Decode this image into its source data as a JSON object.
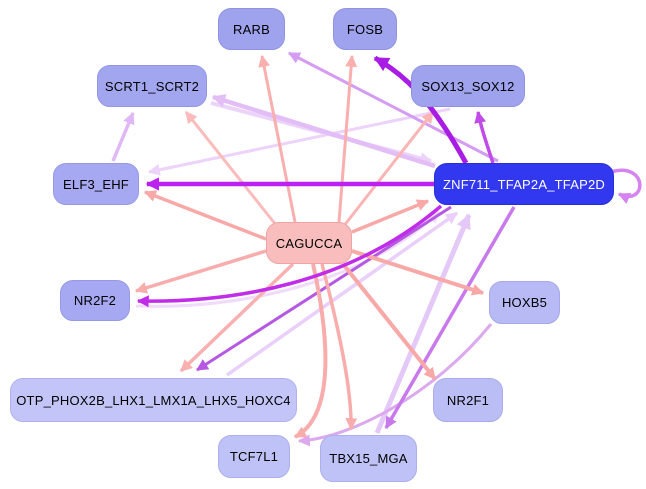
{
  "diagram": {
    "type": "gene-regulatory-network-graph",
    "background_color": "#FFFFFF",
    "center_node": "CAGUCCA",
    "nodes": [
      {
        "label": "RARB",
        "fill": "#9FA3EE",
        "border": "#8F93E2",
        "text_color": "#000000"
      },
      {
        "label": "FOSB",
        "fill": "#9FA3EE",
        "border": "#8F93E2",
        "text_color": "#000000"
      },
      {
        "label": "SCRT1_SCRT2",
        "fill": "#A2A6EF",
        "border": "#9296E4",
        "text_color": "#000000"
      },
      {
        "label": "SOX13_SOX12",
        "fill": "#9FA3EE",
        "border": "#8F93E2",
        "text_color": "#000000"
      },
      {
        "label": "ELF3_EHF",
        "fill": "#A6A9F1",
        "border": "#9699E5",
        "text_color": "#000000"
      },
      {
        "label": "ZNF711_TFAP2A_TFAP2D",
        "fill": "#3138EF",
        "border": "#2A30D8",
        "text_color": "#FFFFFF"
      },
      {
        "label": "CAGUCCA",
        "fill": "#FABDBD",
        "border": "#EFA3A3",
        "text_color": "#000000"
      },
      {
        "label": "NR2F2",
        "fill": "#A6A9F1",
        "border": "#9699E5",
        "text_color": "#000000"
      },
      {
        "label": "HOXB5",
        "fill": "#B7BAF4",
        "border": "#A5A8EA",
        "text_color": "#000000"
      },
      {
        "label": "OTP_PHOX2B_LHX1_LMX1A_LHX5_HOXC4",
        "fill": "#C3C5F8",
        "border": "#B0B2EE",
        "text_color": "#000000"
      },
      {
        "label": "NR2F1",
        "fill": "#BBBEF5",
        "border": "#A9ACEC",
        "text_color": "#000000"
      },
      {
        "label": "TCF7L1",
        "fill": "#BFC2F6",
        "border": "#ACAFEC",
        "text_color": "#000000"
      },
      {
        "label": "TBX15_MGA",
        "fill": "#BFC2F6",
        "border": "#ACAFEC",
        "text_color": "#000000"
      }
    ],
    "edges": [
      {
        "source": "SOX13_SOX12",
        "target": "ELF3_EHF",
        "color": "#EDD2FA",
        "width": 3
      },
      {
        "source": "NR2F2",
        "target": "ZNF711_TFAP2A_TFAP2D",
        "color": "#F0DBFC",
        "width": 3
      },
      {
        "source": "OTP_PHOX2B_LHX1_LMX1A_LHX5_HOXC4",
        "target": "ZNF711_TFAP2A_TFAP2D",
        "color": "#E9CFF9",
        "width": 3.5
      },
      {
        "source": "SCRT1_SCRT2",
        "target": "ZNF711_TFAP2A_TFAP2D",
        "color": "#EBD3FA",
        "width": 4
      },
      {
        "source": "ELF3_EHF",
        "target": "SCRT1_SCRT2",
        "color": "#E0B8F5",
        "width": 3.5
      },
      {
        "source": "ZNF711_TFAP2A_TFAP2D",
        "target": "SCRT1_SCRT2",
        "color": "#E2BDF6",
        "width": 4.5
      },
      {
        "source": "TBX15_MGA",
        "target": "ZNF711_TFAP2A_TFAP2D",
        "color": "#E4C9F8",
        "width": 5
      },
      {
        "source": "HOXB5",
        "target": "TCF7L1",
        "color": "#DCA9EE",
        "width": 3
      },
      {
        "source": "ZNF711_TFAP2A_TFAP2D",
        "target": "RARB",
        "color": "#D49CF2",
        "width": 3
      },
      {
        "source": "ZNF711_TFAP2A_TFAP2D",
        "target": "ZNF711_TFAP2A_TFAP2D",
        "color": "#D583F0",
        "width": 3.5
      },
      {
        "source": "ZNF711_TFAP2A_TFAP2D",
        "target": "SOX13_SOX12",
        "color": "#C14BE8",
        "width": 3.5
      },
      {
        "source": "ZNF711_TFAP2A_TFAP2D",
        "target": "TBX15_MGA",
        "color": "#C87AEC",
        "width": 3.5
      },
      {
        "source": "ZNF711_TFAP2A_TFAP2D",
        "target": "OTP_PHOX2B_LHX1_LMX1A_LHX5_HOXC4",
        "color": "#B558E2",
        "width": 3
      },
      {
        "source": "CAGUCCA",
        "target": "RARB",
        "color": "#FAAFAF",
        "width": 3
      },
      {
        "source": "CAGUCCA",
        "target": "FOSB",
        "color": "#FAAFAF",
        "width": 3
      },
      {
        "source": "CAGUCCA",
        "target": "SCRT1_SCRT2",
        "color": "#FABBBB",
        "width": 3
      },
      {
        "source": "CAGUCCA",
        "target": "SOX13_SOX12",
        "color": "#FAB4B4",
        "width": 3
      },
      {
        "source": "CAGUCCA",
        "target": "ELF3_EHF",
        "color": "#F9A8A8",
        "width": 3.5
      },
      {
        "source": "CAGUCCA",
        "target": "ZNF711_TFAP2A_TFAP2D",
        "color": "#F9A8A8",
        "width": 3.5
      },
      {
        "source": "CAGUCCA",
        "target": "NR2F2",
        "color": "#F9ACAC",
        "width": 3.5
      },
      {
        "source": "CAGUCCA",
        "target": "HOXB5",
        "color": "#F9A8A8",
        "width": 4
      },
      {
        "source": "CAGUCCA",
        "target": "NR2F1",
        "color": "#F9A8A8",
        "width": 4
      },
      {
        "source": "CAGUCCA",
        "target": "OTP_PHOX2B_LHX1_LMX1A_LHX5_HOXC4",
        "color": "#F9B0B0",
        "width": 3.5
      },
      {
        "source": "CAGUCCA",
        "target": "TCF7L1",
        "color": "#F9ACAC",
        "width": 4
      },
      {
        "source": "CAGUCCA",
        "target": "TBX15_MGA",
        "color": "#F9ACAC",
        "width": 3.5
      },
      {
        "source": "ZNF711_TFAP2A_TFAP2D",
        "target": "NR2F2",
        "color": "#C12CE8",
        "width": 3.5
      },
      {
        "source": "ZNF711_TFAP2A_TFAP2D",
        "target": "ELF3_EHF",
        "color": "#BB21F0",
        "width": 4.5
      },
      {
        "source": "ZNF711_TFAP2A_TFAP2D",
        "target": "FOSB",
        "color": "#A91CE3",
        "width": 5
      }
    ]
  }
}
